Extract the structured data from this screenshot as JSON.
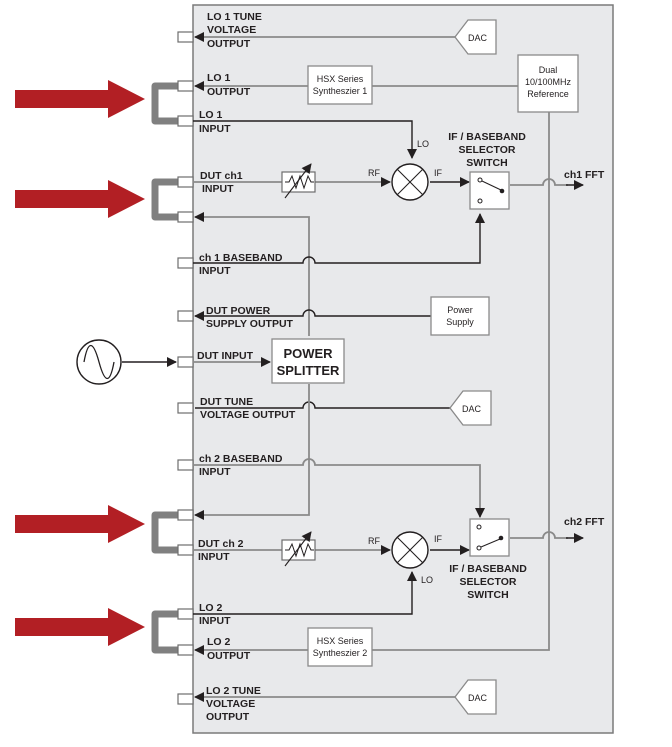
{
  "diagram": {
    "title": "Dual channel phase noise test system block diagram",
    "colors": {
      "panel_fill": "#e8e9eb",
      "panel_border": "#7a7a7a",
      "callout_arrow": "#b21f24",
      "loopback_cable": "#808080",
      "wire": "#231f20"
    },
    "ports": {
      "lo1_tune": [
        "LO 1  TUNE",
        "VOLTAGE",
        "OUTPUT"
      ],
      "lo1_output": [
        "LO 1",
        "OUTPUT"
      ],
      "lo1_input": [
        "LO 1",
        "INPUT"
      ],
      "dut_ch1_input": [
        "DUT ch1",
        "INPUT"
      ],
      "ch1_baseband": [
        "ch 1 BASEBAND",
        "INPUT"
      ],
      "dut_power": [
        "DUT POWER",
        "SUPPLY OUTPUT"
      ],
      "dut_input": [
        "DUT  INPUT"
      ],
      "dut_tune": [
        "DUT  TUNE",
        "VOLTAGE OUTPUT"
      ],
      "ch2_baseband": [
        "ch 2 BASEBAND",
        "INPUT"
      ],
      "dut_ch2_input": [
        "DUT ch 2",
        "INPUT"
      ],
      "lo2_input": [
        "LO 2",
        "INPUT"
      ],
      "lo2_output": [
        "LO 2",
        "OUTPUT"
      ],
      "lo2_tune": [
        "LO 2  TUNE",
        "VOLTAGE",
        "OUTPUT"
      ]
    },
    "blocks": {
      "dac": "DAC",
      "synth1": [
        "HSX Series",
        "Syntheszier 1"
      ],
      "synth2": [
        "HSX Series",
        "Syntheszier 2"
      ],
      "reference": [
        "Dual",
        "10/100MHz",
        "Reference"
      ],
      "power_supply": [
        "Power",
        "Supply"
      ],
      "power_splitter": [
        "POWER",
        "SPLITTER"
      ],
      "selector_switch": [
        "IF / BASEBAND",
        "SELECTOR",
        "SWITCH"
      ]
    },
    "mixer_labels": {
      "rf": "RF",
      "if": "IF",
      "lo": "LO"
    },
    "outputs": {
      "ch1": "ch1  FFT",
      "ch2": "ch2  FFT"
    },
    "icons": {
      "signal_source": "sine-wave-source-icon",
      "attenuator": "variable-attenuator-icon",
      "mixer": "mixer-icon",
      "switch": "spdt-switch-icon",
      "callout": "red-arrow-icon"
    }
  }
}
